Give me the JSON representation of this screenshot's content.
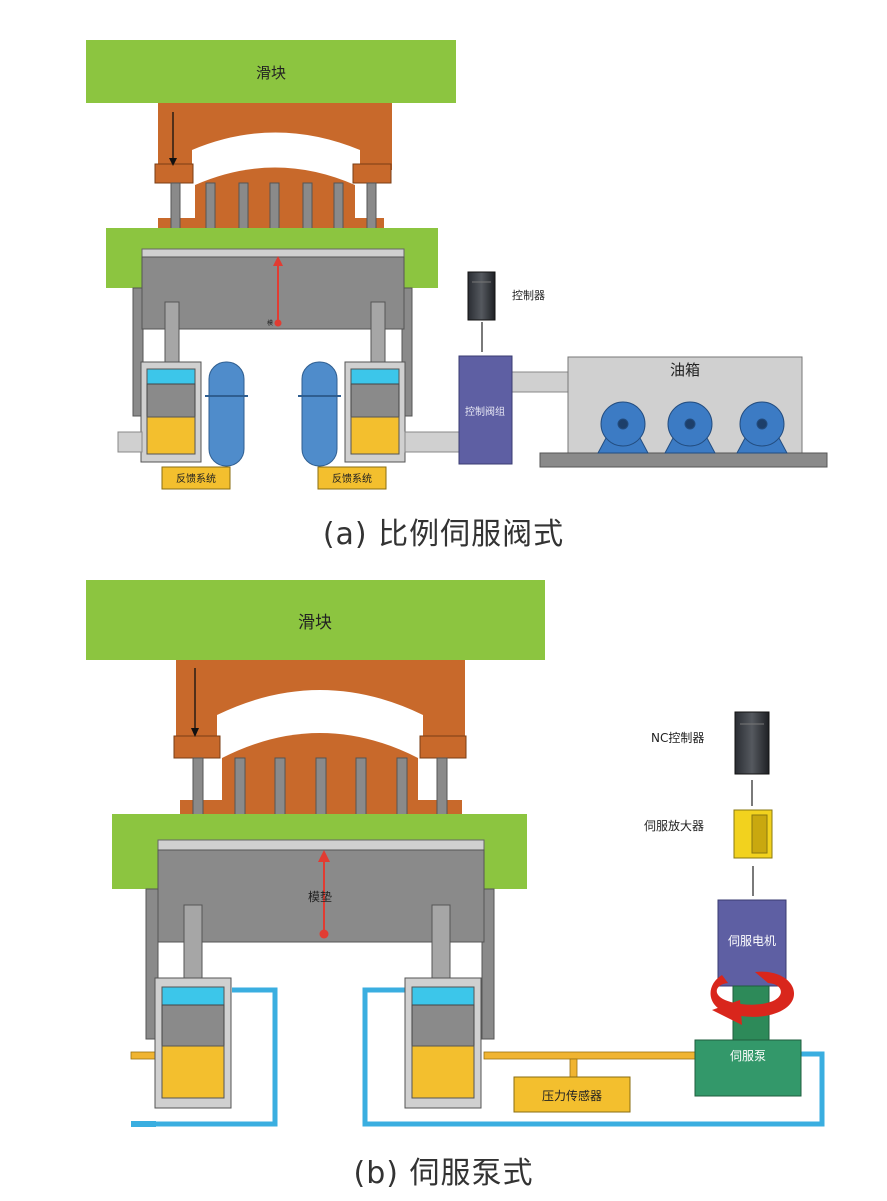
{
  "colors": {
    "green": "#8cc540",
    "copper": "#c8692b",
    "gray_dark": "#8a8a8a",
    "gray_mid": "#a6a6a6",
    "gray_light": "#d0d0d0",
    "oil_yellow": "#f3bf2e",
    "cyan": "#3cc6ea",
    "blue_acc": "#4f8ccb",
    "purple": "#5e5fa3",
    "servo_green": "#33986a",
    "red": "#e13c32",
    "amp_yellow": "#f2d21e",
    "pipe_blue": "#3aaee0",
    "pipe_orange": "#f0b431"
  },
  "diagram_a": {
    "slider_label": "滑块",
    "controller_label": "控制器",
    "valve_label": "控制阀组",
    "tank_label": "油箱",
    "feedback_left": "反馈系统",
    "feedback_right": "反馈系统",
    "cushion_mark": "模",
    "caption": "(a) 比例伺服阀式"
  },
  "diagram_b": {
    "slider_label": "滑块",
    "cushion_label": "模垫",
    "nc_label": "NC控制器",
    "amp_label": "伺服放大器",
    "motor_label": "伺服电机",
    "pump_label": "伺服泵",
    "sensor_label": "压力传感器",
    "caption": "(b) 伺服泵式"
  }
}
